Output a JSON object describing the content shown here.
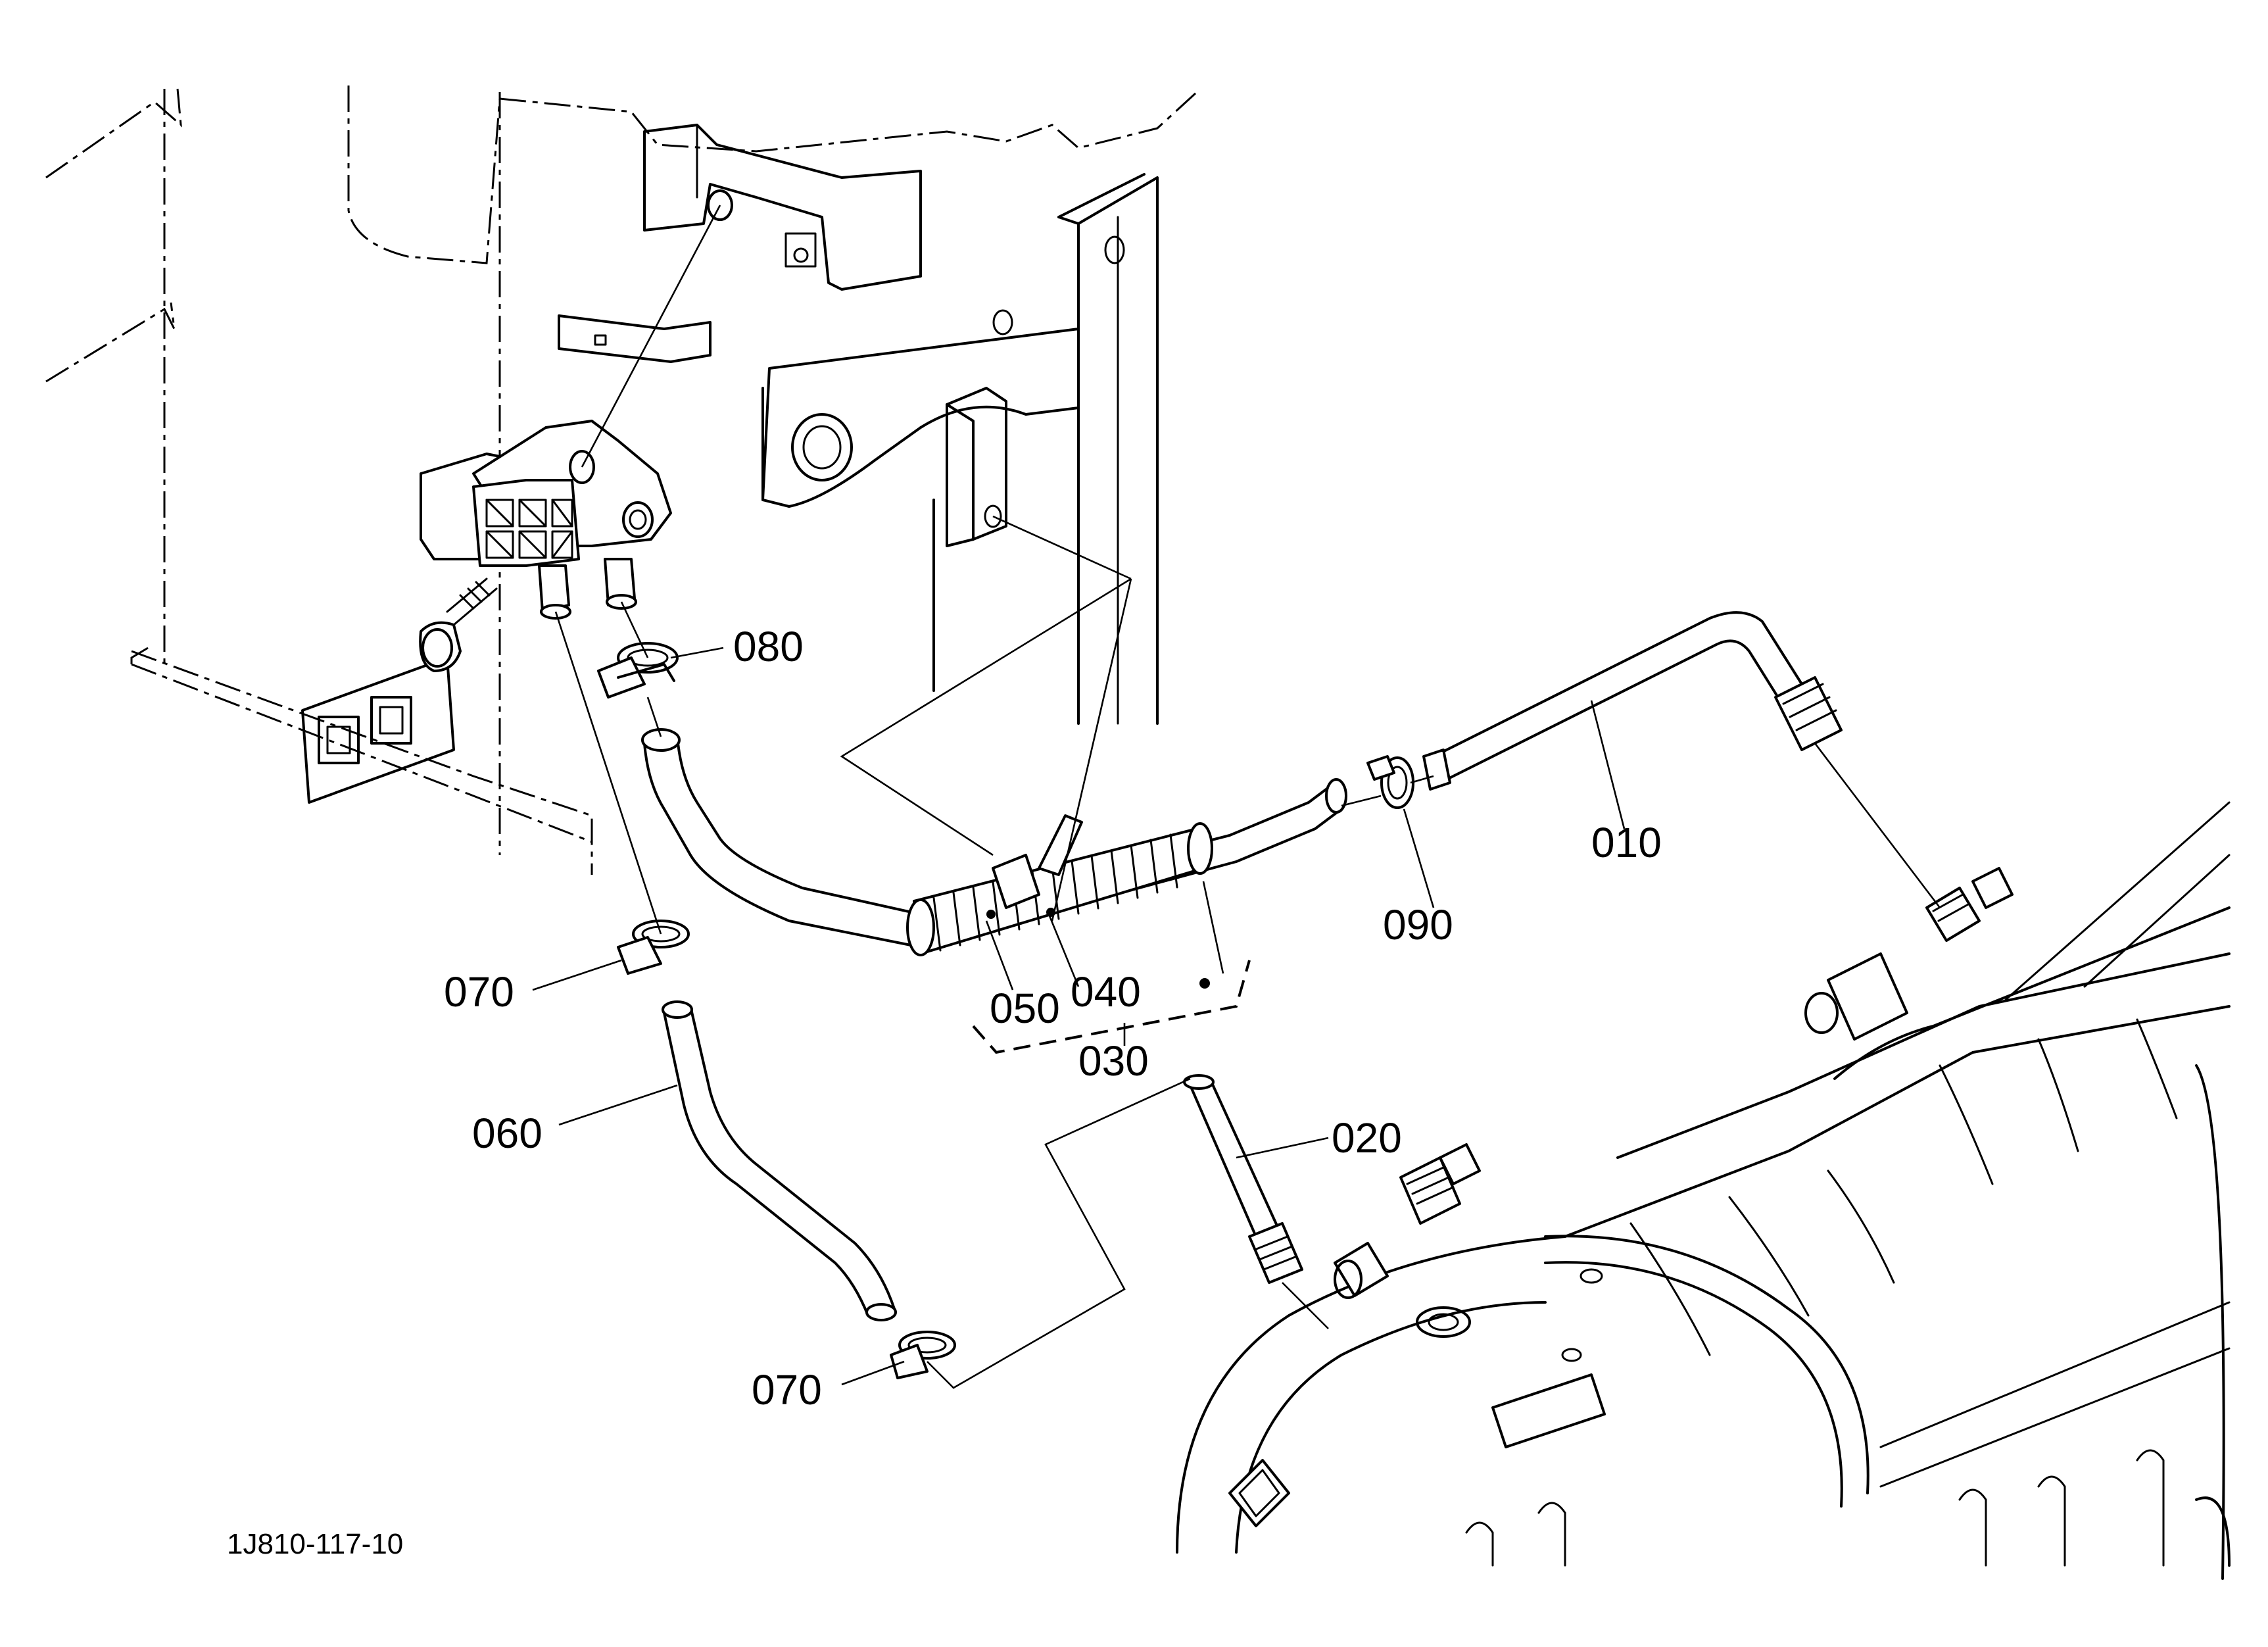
{
  "diagram": {
    "drawing_number": "1J810-117-10",
    "callouts": [
      {
        "id": "p010",
        "label": "010"
      },
      {
        "id": "p020",
        "label": "020"
      },
      {
        "id": "p030",
        "label": "030"
      },
      {
        "id": "p040",
        "label": "040"
      },
      {
        "id": "p050",
        "label": "050"
      },
      {
        "id": "p060",
        "label": "060"
      },
      {
        "id": "p070a",
        "label": "070"
      },
      {
        "id": "p070b",
        "label": "070"
      },
      {
        "id": "p080",
        "label": "080"
      },
      {
        "id": "p090",
        "label": "090"
      }
    ]
  }
}
